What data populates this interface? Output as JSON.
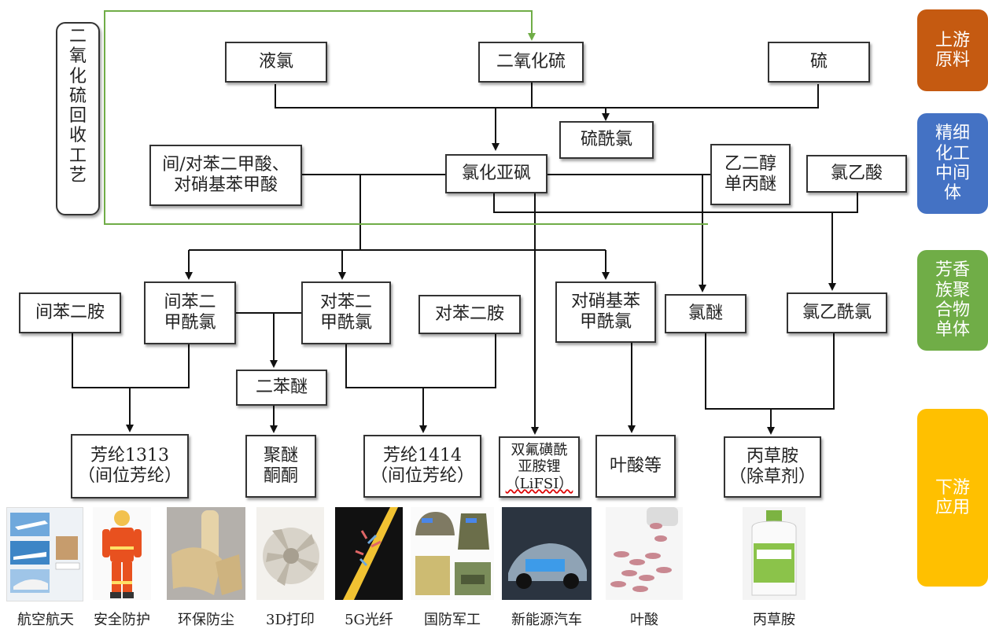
{
  "side_labels": {
    "upstream": "上游\n原料",
    "fine_chem": "精细\n化工\n中间\n体",
    "aromatic": "芳香\n族聚\n合物\n单体",
    "downstream": "下游\n应用"
  },
  "colors": {
    "upstream": "#c55a11",
    "fine_chem": "#4472c4",
    "aromatic": "#70ad47",
    "downstream": "#ffc000",
    "recycle_line": "#70ad47",
    "main_line": "#111111"
  },
  "recycle_label": "二\n氧\n化\n硫\n回\n收\n工\n艺",
  "nodes": {
    "liquid_chlorine": "液氯",
    "sulfur_dioxide": "二氧化硫",
    "sulfur": "硫",
    "sulfuryl_chloride": "硫酰氯",
    "thionyl_chloride": "氯化亚砜",
    "phthalic_acids": "间/对苯二甲酸、\n对硝基苯甲酸",
    "glycol_ether": "乙二醇\n单丙醚",
    "chloroacetic_acid": "氯乙酸",
    "m_phenylenediamine": "间苯二胺",
    "isophthaloyl_chloride": "间苯二\n甲酰氯",
    "terephthaloyl_chloride": "对苯二\n甲酰氯",
    "p_phenylenediamine": "对苯二胺",
    "nitrobenzoyl_chloride": "对硝基苯\n甲酰氯",
    "chloroether": "氯醚",
    "chloroacetyl_chloride": "氯乙酰氯",
    "diphenyl_ether": "二苯醚",
    "aramid_1313_line1": "芳纶1313",
    "aramid_1313_line2": "（间位芳纶）",
    "peek": "聚醚\n酮酮",
    "aramid_1414_line1": "芳纶1414",
    "aramid_1414_line2": "（间位芳纶）",
    "lifsi_line1": "双氟磺酰",
    "lifsi_line2": "亚胺锂",
    "lifsi_line3": "（LiFSI）",
    "folic_acid_etc": "叶酸等",
    "propisochlor_line1": "丙草胺",
    "propisochlor_line2": "（除草剂）"
  },
  "captions": {
    "aerospace": "航空航天",
    "safety": "安全防护",
    "dust": "环保防尘",
    "printing3d": "3D打印",
    "fiber5g": "5G光纤",
    "defense": "国防军工",
    "ev": "新能源汽车",
    "folic": "叶酸",
    "herbicide": "丙草胺"
  },
  "icons": [
    "aircraft-photo",
    "firefighter-photo",
    "filter-bag-photo",
    "turbine-photo",
    "optical-fiber-photo",
    "military-gear-photo",
    "electric-car-photo",
    "pills-photo",
    "herbicide-bottle-photo"
  ]
}
